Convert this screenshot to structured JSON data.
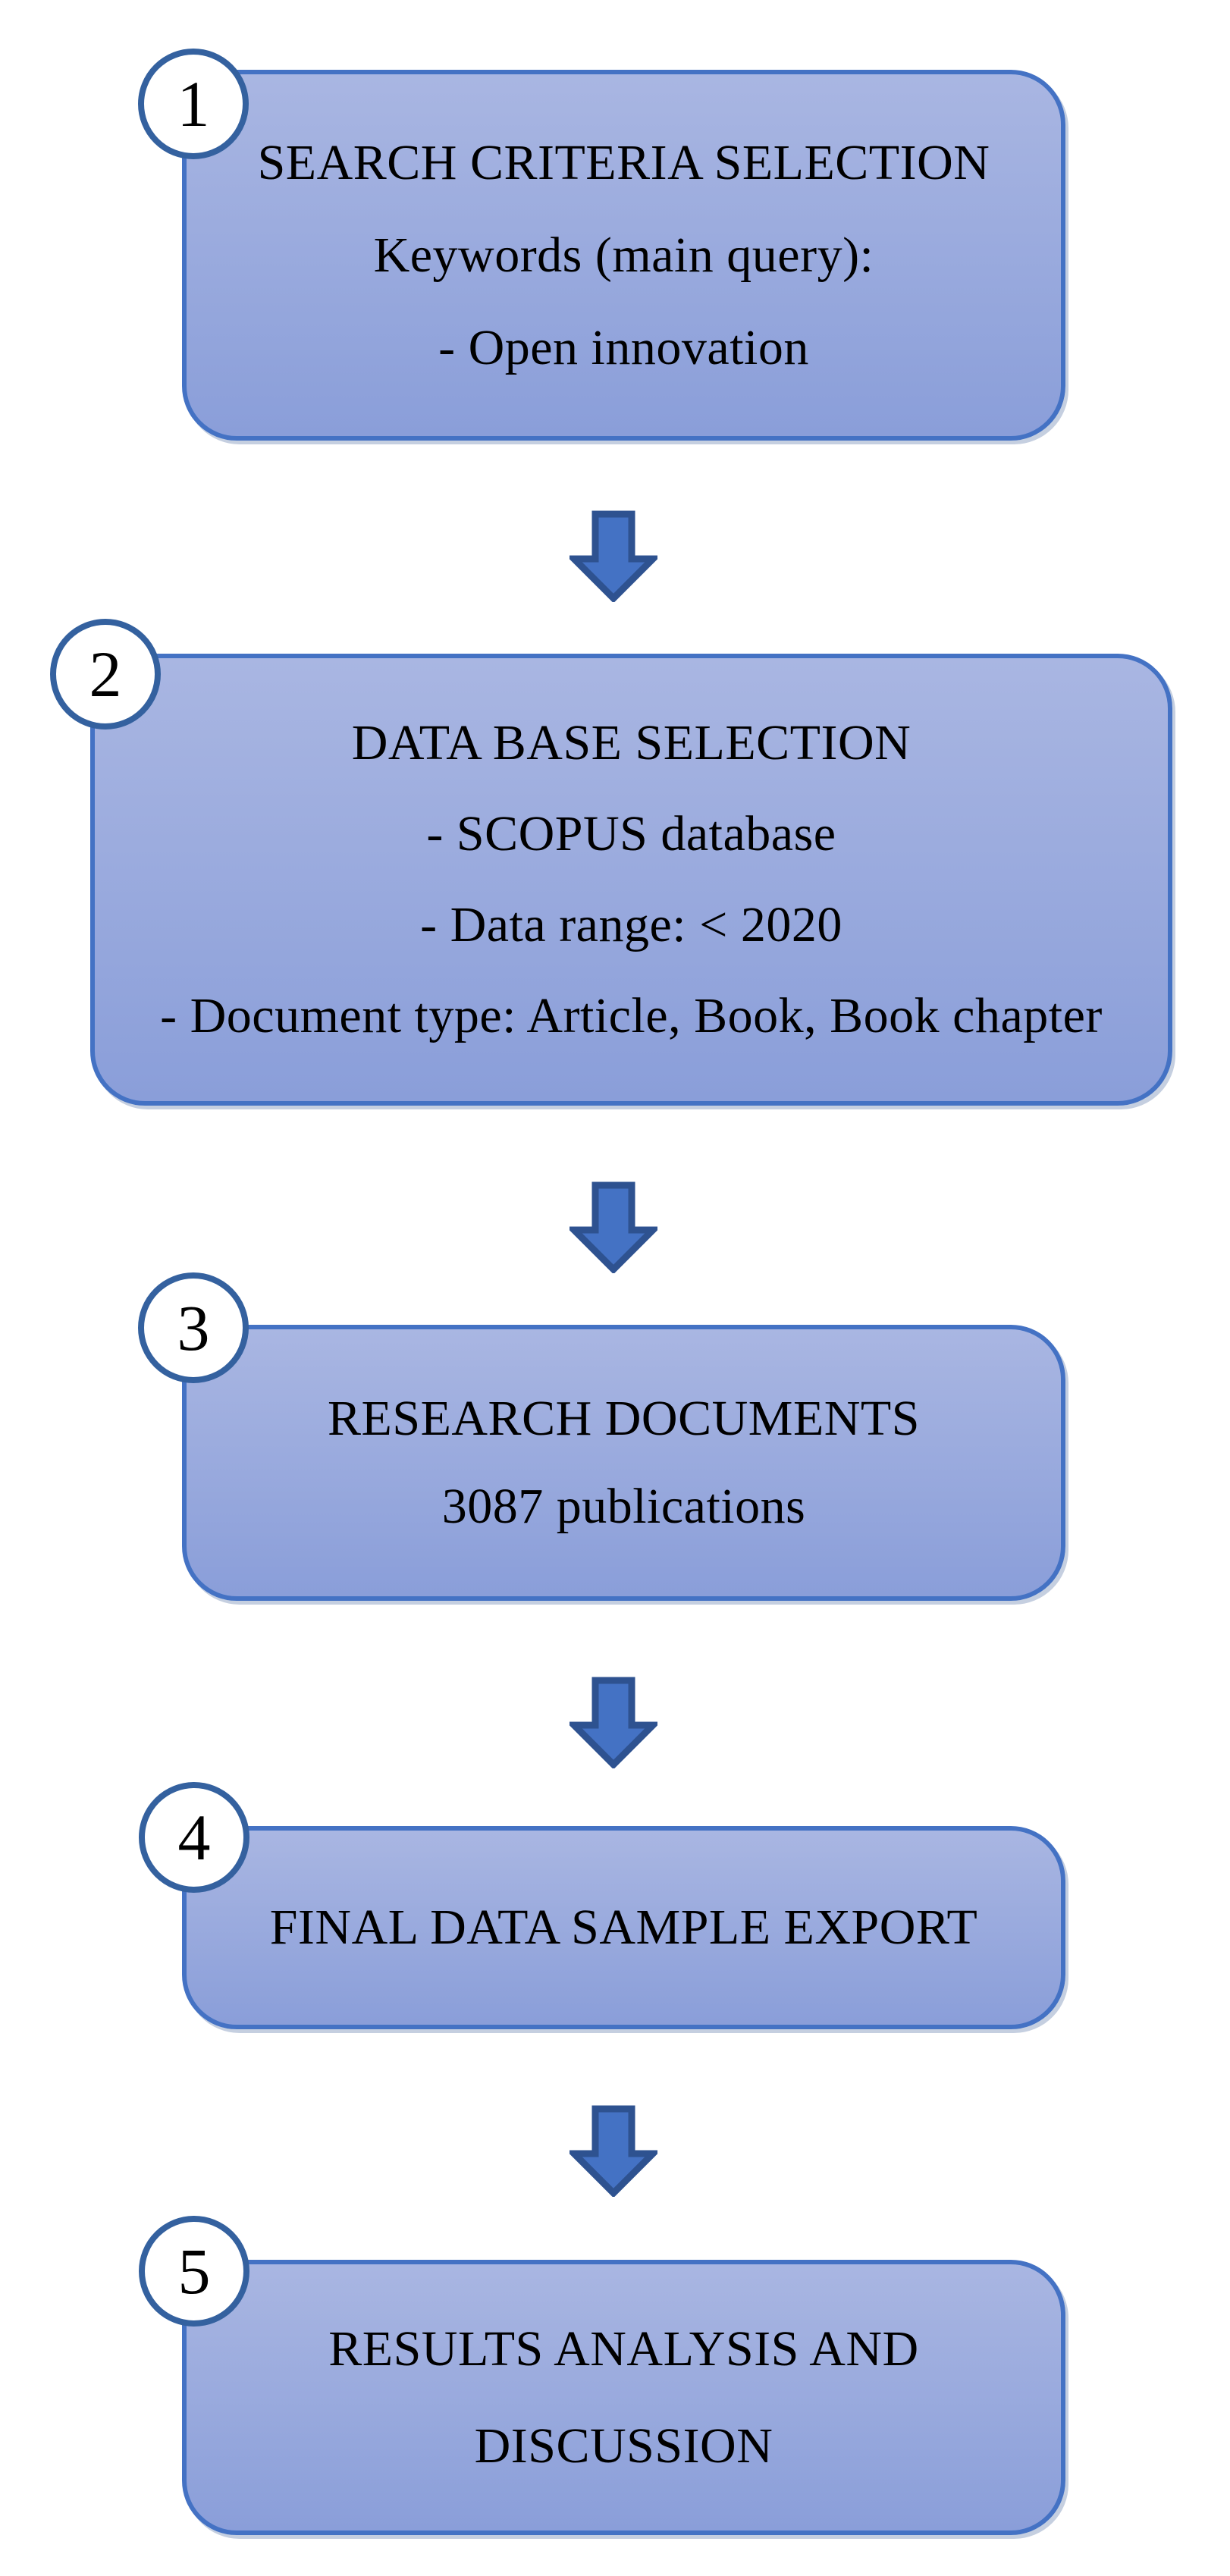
{
  "diagram": {
    "title": "Research methodology flow (5 steps)",
    "steps": [
      {
        "number": "1",
        "lines": [
          "SEARCH CRITERIA SELECTION",
          "Keywords (main query):",
          "- Open innovation"
        ]
      },
      {
        "number": "2",
        "lines": [
          "DATA BASE SELECTION",
          "- SCOPUS database",
          "- Data range: < 2020",
          "- Document type: Article, Book, Book chapter"
        ]
      },
      {
        "number": "3",
        "lines": [
          "RESEARCH DOCUMENTS",
          "3087 publications"
        ]
      },
      {
        "number": "4",
        "lines": [
          "FINAL DATA SAMPLE EXPORT"
        ]
      },
      {
        "number": "5",
        "lines": [
          "RESULTS ANALYSIS AND",
          "DISCUSSION"
        ]
      }
    ],
    "connectors": [
      "down-arrow",
      "down-arrow",
      "down-arrow",
      "down-arrow"
    ],
    "colors": {
      "box_fill_top": "#a9b6e2",
      "box_fill_bottom": "#8a9ed9",
      "box_border": "#4472c4",
      "circle_fill": "#ffffff",
      "circle_border": "#34619f",
      "arrow_fill": "#4472c4",
      "arrow_border": "#2e5290",
      "text": "#000000",
      "background": "#ffffff"
    }
  }
}
